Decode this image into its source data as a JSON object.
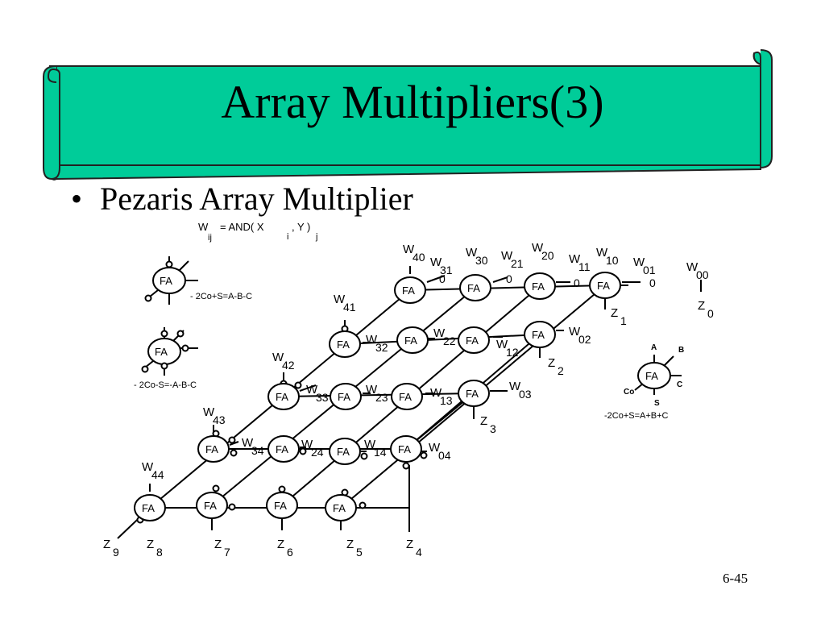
{
  "slide": {
    "title": "Array Multipliers(3)",
    "bullet": "Pezaris Array Multiplier",
    "page_number": "6-45"
  },
  "colors": {
    "banner_fill": "#00cc99",
    "banner_stroke": "#222222",
    "line": "#000000"
  },
  "formula": {
    "w": "W",
    "w_sub": "ij",
    "text": " = AND( X",
    "x_sub": "i",
    "mid": ", Y )",
    "y_sub": "j"
  },
  "legend": [
    {
      "label": "FA",
      "equation": "- 2Co+S=A-B-C"
    },
    {
      "label": "FA",
      "equation": "- 2Co-S=-A-B-C"
    },
    {
      "label": "FA",
      "equation": "-2Co+S=A+B+C",
      "pin_a": "A",
      "pin_b": "B",
      "pin_c": "C",
      "pin_co": "Co",
      "pin_s": "S"
    }
  ],
  "cells": [
    "FA",
    "FA",
    "FA",
    "FA",
    "FA",
    "FA",
    "FA",
    "FA",
    "FA",
    "FA",
    "FA",
    "FA",
    "FA",
    "FA",
    "FA",
    "FA",
    "FA",
    "FA",
    "FA",
    "FA"
  ],
  "labels": {
    "w40": [
      "W",
      "40"
    ],
    "w31": [
      "W",
      "31"
    ],
    "w30": [
      "W",
      "30"
    ],
    "w21": [
      "W",
      "21"
    ],
    "w20": [
      "W",
      "20"
    ],
    "w11": [
      "W",
      "11"
    ],
    "w10": [
      "W",
      "10"
    ],
    "w01": [
      "W",
      "01"
    ],
    "w00": [
      "W",
      "00"
    ],
    "w41": [
      "W",
      "41"
    ],
    "w32": [
      "W",
      "32"
    ],
    "w22": [
      "W",
      "22"
    ],
    "w12": [
      "W",
      "12"
    ],
    "w02": [
      "W",
      "02"
    ],
    "w42": [
      "W",
      "42"
    ],
    "w33": [
      "W",
      "33"
    ],
    "w23": [
      "W",
      "23"
    ],
    "w13": [
      "W",
      "13"
    ],
    "w03": [
      "W",
      "03"
    ],
    "w43": [
      "W",
      "43"
    ],
    "w34": [
      "W",
      "34"
    ],
    "w24": [
      "W",
      "24"
    ],
    "w14": [
      "W",
      "14"
    ],
    "w04": [
      "W",
      "04"
    ],
    "w44": [
      "W",
      "44"
    ],
    "z0": [
      "Z",
      "0"
    ],
    "z1": [
      "Z",
      "1"
    ],
    "z2": [
      "Z",
      "2"
    ],
    "z3": [
      "Z",
      "3"
    ],
    "z4": [
      "Z",
      "4"
    ],
    "z5": [
      "Z",
      "5"
    ],
    "z6": [
      "Z",
      "6"
    ],
    "z7": [
      "Z",
      "7"
    ],
    "z8": [
      "Z",
      "8"
    ],
    "z9": [
      "Z",
      "9"
    ],
    "zeros": [
      "0",
      "0",
      "0",
      "0"
    ]
  }
}
